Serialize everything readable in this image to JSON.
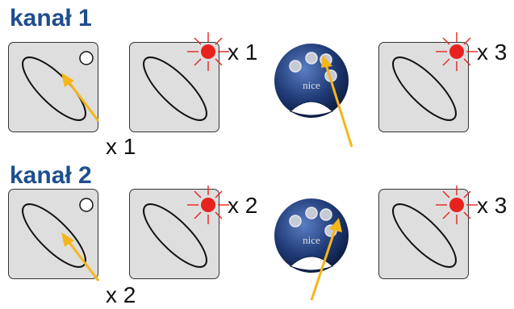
{
  "colors": {
    "heading": "#1d4e8e",
    "panel_bg": "#dedede",
    "led_active": "#e8231f",
    "arrow": "#f6b51a",
    "remote_body": "#1f3a75"
  },
  "icons": {
    "receiver": "receiver-panel-icon",
    "led": "led-icon",
    "remote": "remote-control-icon",
    "arrow": "arrow-icon"
  },
  "remote_brand": "nice",
  "sections": [
    {
      "heading": "kanał 1",
      "press_count": "x 1",
      "blink_count": "x 1",
      "final_blink_count": "x 3"
    },
    {
      "heading": "kanał 2",
      "press_count": "x 2",
      "blink_count": "x 2",
      "final_blink_count": "x 3"
    }
  ]
}
